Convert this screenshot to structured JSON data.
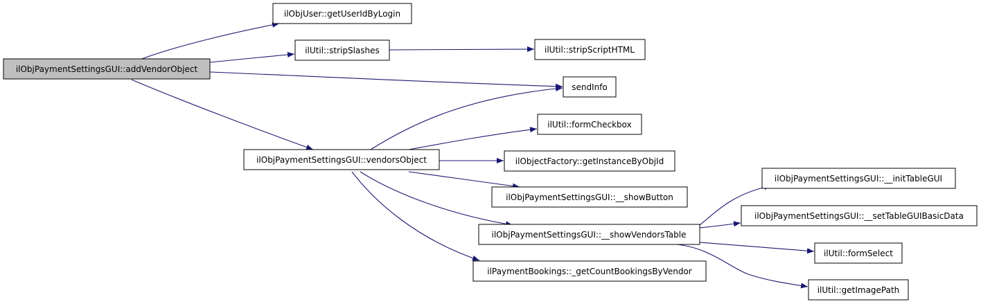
{
  "colors": {
    "edge": "#191970",
    "root_fill": "#bfbfbf",
    "node_fill": "#ffffff",
    "border": "#000000",
    "text": "#000000"
  },
  "nodes": {
    "root": "ilObjPaymentSettingsGUI::addVendorObject",
    "getUserIdByLogin": "ilObjUser::getUserIdByLogin",
    "stripSlashes": "ilUtil::stripSlashes",
    "stripScriptHTML": "ilUtil::stripScriptHTML",
    "sendInfo": "sendInfo",
    "vendorsObject": "ilObjPaymentSettingsGUI::vendorsObject",
    "formCheckbox": "ilUtil::formCheckbox",
    "getInstanceByObjId": "ilObjectFactory::getInstanceByObjId",
    "showButton": "ilObjPaymentSettingsGUI::__showButton",
    "showVendorsTable": "ilObjPaymentSettingsGUI::__showVendorsTable",
    "getCountBookingsByVendor": "ilPaymentBookings::_getCountBookingsByVendor",
    "initTableGUI": "ilObjPaymentSettingsGUI::__initTableGUI",
    "setTableGUIBasicData": "ilObjPaymentSettingsGUI::__setTableGUIBasicData",
    "formSelect": "ilUtil::formSelect",
    "getImagePath": "ilUtil::getImagePath"
  },
  "edges": [
    {
      "from": "root",
      "to": "getUserIdByLogin"
    },
    {
      "from": "root",
      "to": "stripSlashes"
    },
    {
      "from": "root",
      "to": "sendInfo"
    },
    {
      "from": "root",
      "to": "vendorsObject"
    },
    {
      "from": "stripSlashes",
      "to": "stripScriptHTML"
    },
    {
      "from": "vendorsObject",
      "to": "sendInfo"
    },
    {
      "from": "vendorsObject",
      "to": "formCheckbox"
    },
    {
      "from": "vendorsObject",
      "to": "getInstanceByObjId"
    },
    {
      "from": "vendorsObject",
      "to": "showButton"
    },
    {
      "from": "vendorsObject",
      "to": "showVendorsTable"
    },
    {
      "from": "vendorsObject",
      "to": "getCountBookingsByVendor"
    },
    {
      "from": "showVendorsTable",
      "to": "initTableGUI"
    },
    {
      "from": "showVendorsTable",
      "to": "setTableGUIBasicData"
    },
    {
      "from": "showVendorsTable",
      "to": "formSelect"
    },
    {
      "from": "showVendorsTable",
      "to": "getImagePath"
    }
  ]
}
